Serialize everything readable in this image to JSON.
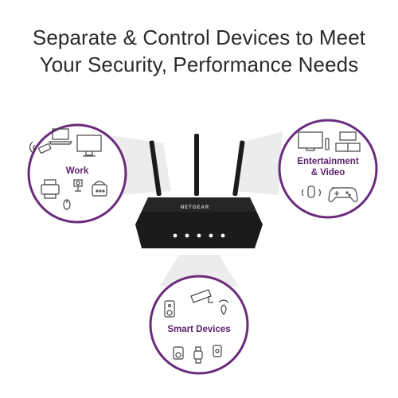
{
  "headline": {
    "line1": "Separate & Control Devices to Meet",
    "line2": "Your Security, Performance Needs"
  },
  "circles": {
    "work": {
      "label": "Work"
    },
    "entertainment": {
      "label_line1": "Entertainment",
      "label_line2": "& Video"
    },
    "smart": {
      "label": "Smart Devices"
    }
  },
  "router": {
    "brand": "NETGEAR"
  },
  "colors": {
    "label": "#5b1f6b",
    "ring": "#6a2b7c",
    "beam": "#e9e9e9",
    "router": "#1b1b1b",
    "led": "#ffffff"
  }
}
